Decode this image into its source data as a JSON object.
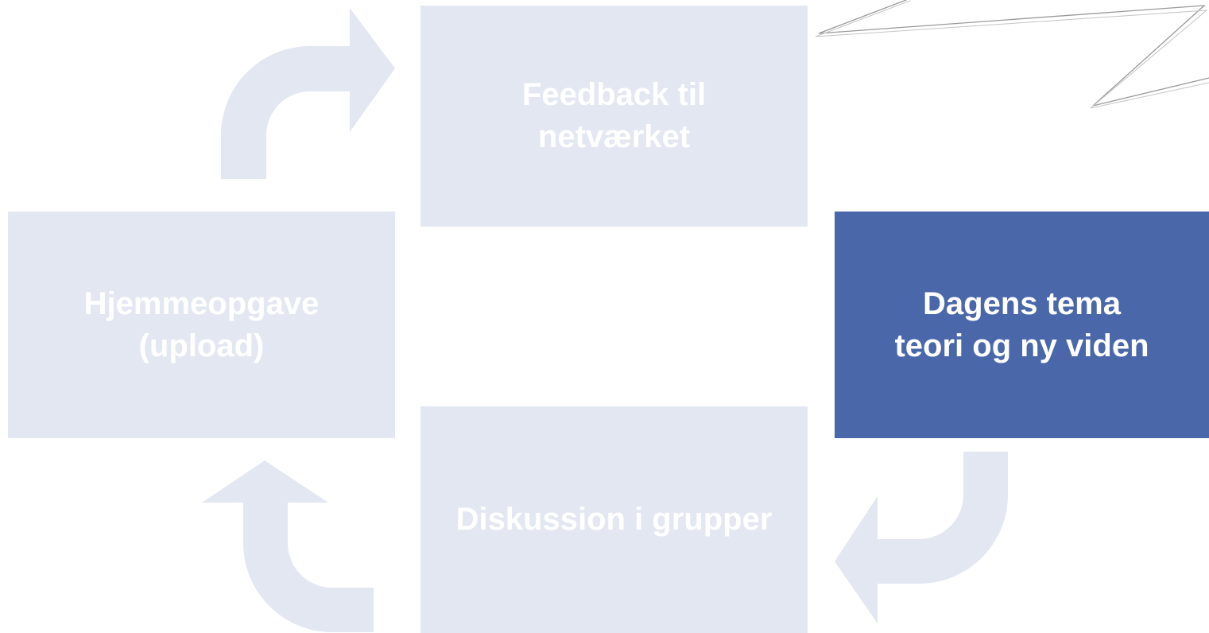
{
  "nodes": {
    "feedback": {
      "line1": "Feedback til",
      "line2": "netværket"
    },
    "homework": {
      "line1": "Hjemmeopgave",
      "line2": "(upload)"
    },
    "topic": {
      "line1": "Dagens tema",
      "line2": "teori og ny viden"
    },
    "discussion": {
      "line1": "Diskussion i grupper"
    }
  },
  "active_node": "topic",
  "colors": {
    "box_dim": "#e3e7f2",
    "box_active": "#4a67aa",
    "arrow": "#e3e7f2",
    "text": "#ffffff",
    "scribble": "#9a9a9a"
  },
  "icons": [
    "curved-arrow-icon",
    "scribble-drawing"
  ]
}
